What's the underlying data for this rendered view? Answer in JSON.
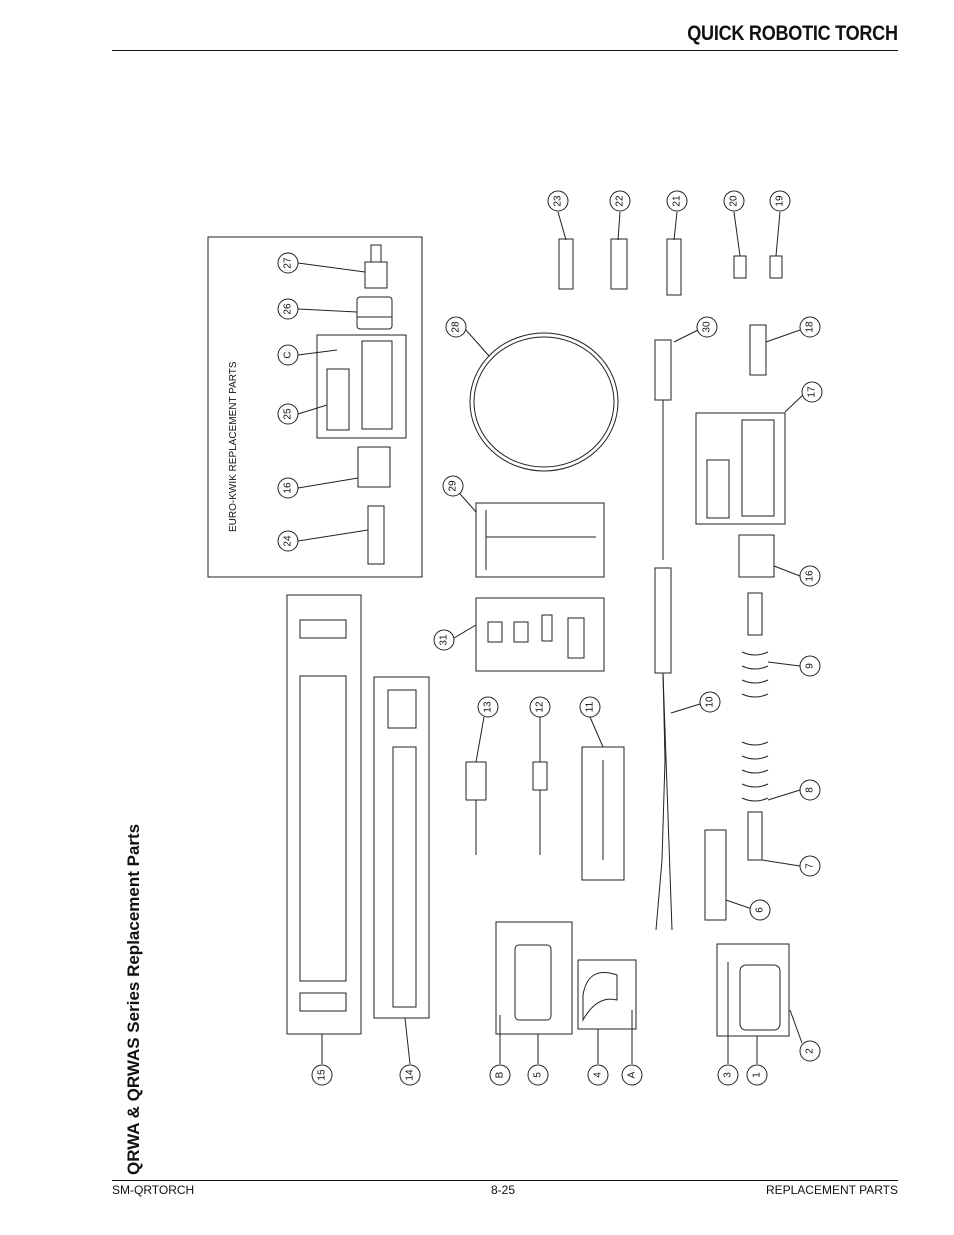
{
  "header": {
    "title": "QUICK ROBOTIC TORCH"
  },
  "side_title": "QRWA & QRWAS Series Replacement Parts",
  "euro_kwik_label": "EURO-KWIK REPLACEMENT PARTS",
  "callouts": [
    "23",
    "22",
    "21",
    "20",
    "19",
    "27",
    "26",
    "C",
    "25",
    "16",
    "24",
    "28",
    "30",
    "18",
    "17",
    "29",
    "16",
    "31",
    "9",
    "13",
    "12",
    "11",
    "10",
    "8",
    "7",
    "6",
    "15",
    "14",
    "B",
    "5",
    "4",
    "A",
    "3",
    "1",
    "2"
  ],
  "footer": {
    "left": "SM-QRTORCH",
    "center": "8-25",
    "right": "REPLACEMENT PARTS"
  }
}
